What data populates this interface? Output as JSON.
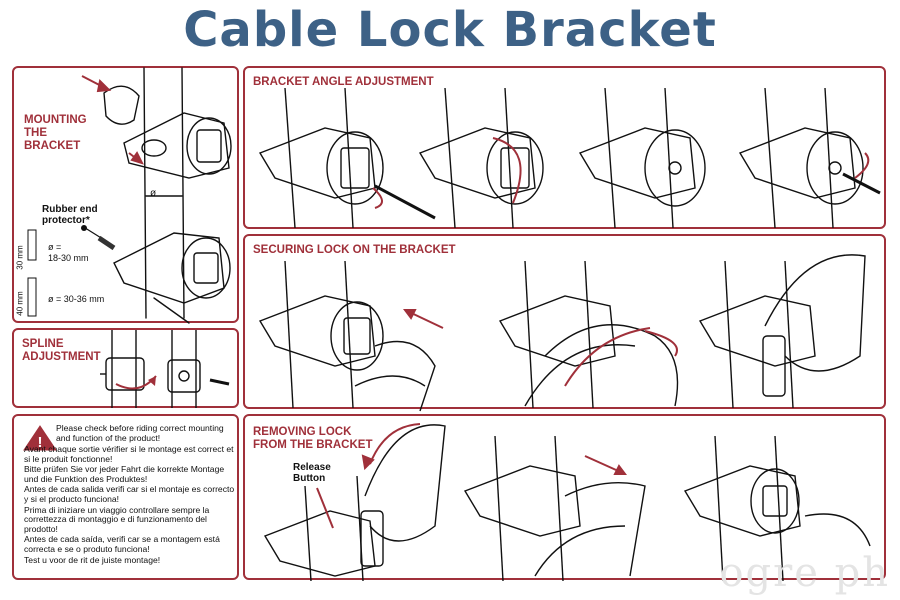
{
  "title": "Cable Lock Bracket",
  "mounting": {
    "title": "MOUNTING\nTHE\nBRACKET",
    "diameter_symbol": "ø",
    "rubber_label": "Rubber end\nprotector*",
    "size_30": "30 mm",
    "size_40": "40 mm",
    "range_1": "ø =\n18-30 mm",
    "range_2": "ø = 30-36 mm"
  },
  "spline": {
    "title": "SPLINE\nADJUSTMENT"
  },
  "angle": {
    "title": "BRACKET ANGLE ADJUSTMENT"
  },
  "securing": {
    "title": "SECURING LOCK ON THE BRACKET"
  },
  "removing": {
    "title": "REMOVING LOCK\nFROM THE BRACKET",
    "release_label": "Release\nButton"
  },
  "warning": {
    "lines": [
      "Please check before riding correct mounting and function of the product!",
      "Avant chaque sortie vérifier si le montage est correct et si le produit fonctionne!",
      "Bitte prüfen Sie vor jeder Fahrt die korrekte Montage und die Funktion des Produktes!",
      "Antes de cada salida verifi car si el montaje es correcto y si el producto funciona!",
      "Prima di iniziare un viaggio controllare sempre la correttezza di montaggio e di funzionamento del prodotto!",
      "Antes de cada saída, verifi car se a montagem está correcta e se o produto funciona!",
      "Test u voor de rit de juiste montage!"
    ]
  },
  "watermark": "ogre ph",
  "colors": {
    "title": "#3d6186",
    "accent": "#a0303a",
    "line": "#111111"
  }
}
